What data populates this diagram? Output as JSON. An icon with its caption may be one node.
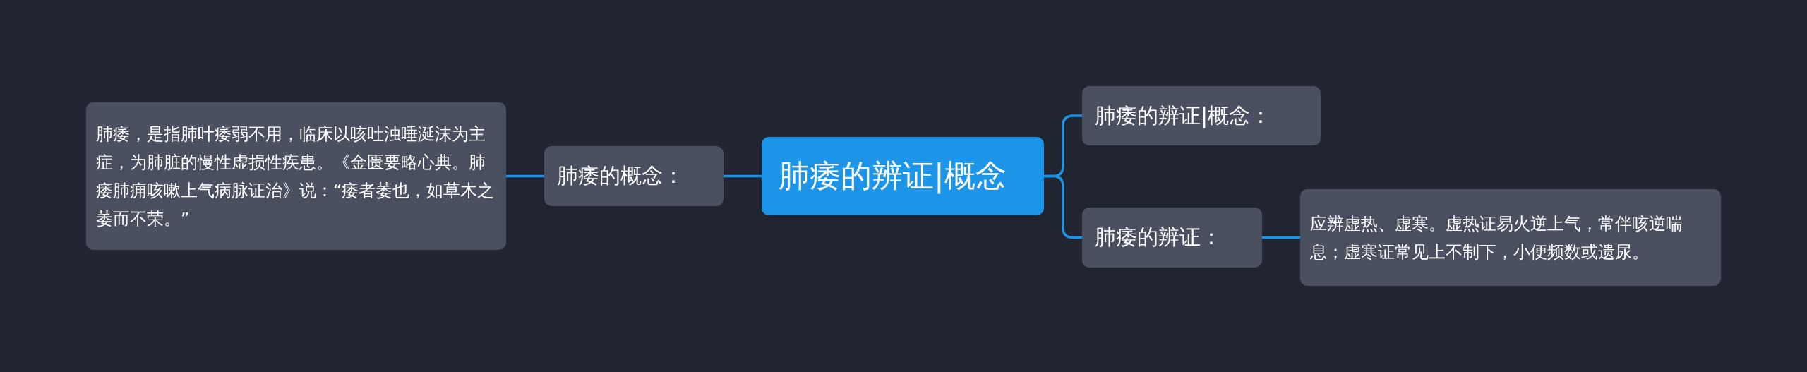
{
  "diagram": {
    "nodes": [
      {
        "text": [
          "肺痿的辨证|概念"
        ]
      },
      {
        "text": [
          "肺痿的概念："
        ]
      },
      {
        "text": [
          "肺痿，是指肺叶痿弱不用，临床以咳吐浊唾涎沫为主症，为肺脏的慢性虚损性疾患。《金匮要略心典。肺痿肺痈咳嗽上气病脉证治》说：“痿者萎也，如草木之萎而不荣。”"
        ]
      },
      {
        "text": [
          "肺痿的辨证|概念："
        ]
      },
      {
        "text": [
          "肺痿的辨证："
        ]
      },
      {
        "text": [
          "应辨虚热、虚寒。虚热证易火逆上气，常伴咳逆喘息；虚寒证常见上不制下，小便频数或遗尿。"
        ]
      }
    ],
    "edges": [
      {
        "from": 0,
        "to": 1,
        "arrow": "none"
      },
      {
        "from": 1,
        "to": 2,
        "arrow": "none"
      },
      {
        "from": 0,
        "to": 3,
        "arrow": "none"
      },
      {
        "from": 0,
        "to": 4,
        "arrow": "none"
      },
      {
        "from": 4,
        "to": 5,
        "arrow": "none"
      }
    ]
  }
}
